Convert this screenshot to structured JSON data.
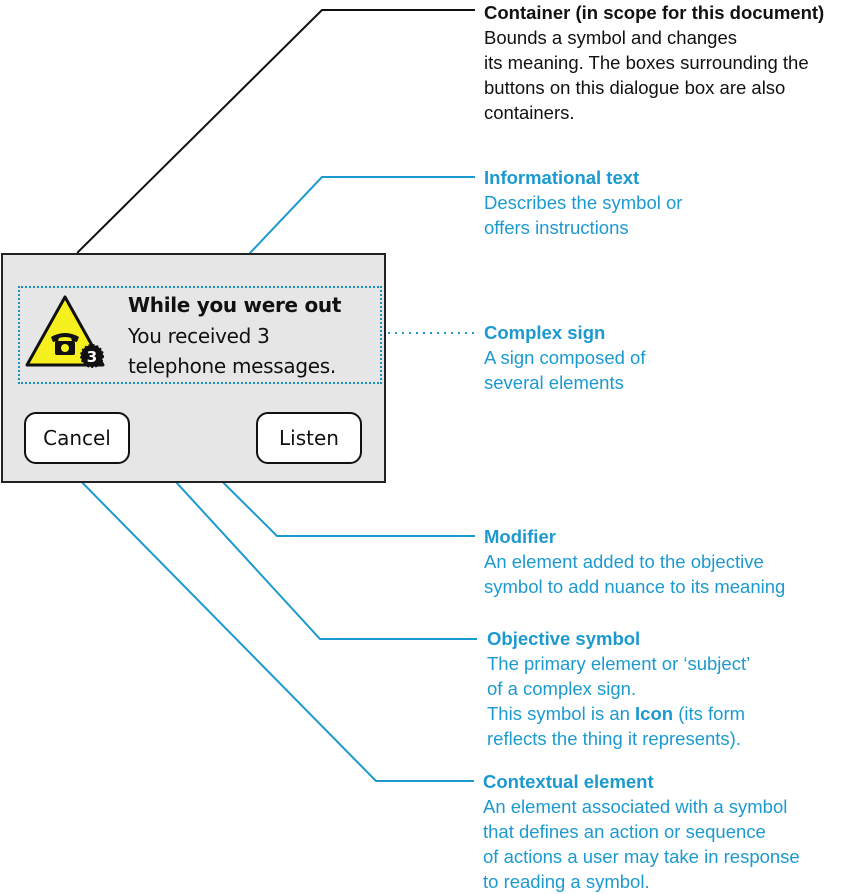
{
  "dialog": {
    "title": "While you were out",
    "body": "You received 3 telephone messages.",
    "body_line1": "You received 3",
    "body_line2": "telephone messages.",
    "badge_count": "3",
    "icon": "telephone-warning-icon",
    "buttons": {
      "cancel": "Cancel",
      "listen": "Listen"
    }
  },
  "colors": {
    "annotation": "#1c9ad0",
    "container_annotation": "#111111",
    "warning_fill": "#f5f01e",
    "dialog_bg": "#e6e6e6"
  },
  "annotations": [
    {
      "heading": "Container (in scope for this document)",
      "lines": [
        "Bounds a symbol and changes",
        "its meaning. The boxes surrounding the",
        "buttons on this dialogue box are also",
        "containers."
      ]
    },
    {
      "heading": "Informational text",
      "lines": [
        "Describes the symbol or",
        "offers instructions"
      ]
    },
    {
      "heading": "Complex sign",
      "lines": [
        "A sign composed of",
        "several elements"
      ]
    },
    {
      "heading": "Modifier",
      "lines": [
        "An element added to the objective",
        "symbol to add nuance to its meaning"
      ]
    },
    {
      "heading": "Objective symbol",
      "lines": [
        "The primary element or ‘subject’",
        "of a complex sign."
      ],
      "line3_pre": "This symbol is an ",
      "line3_bold": "Icon",
      "line3_post": " (its form",
      "line4": "reflects the thing it represents)."
    },
    {
      "heading": "Contextual element",
      "lines": [
        "An element associated with a symbol",
        "that defines an action or sequence",
        "of actions a user may take in response",
        "to reading a symbol."
      ]
    }
  ]
}
